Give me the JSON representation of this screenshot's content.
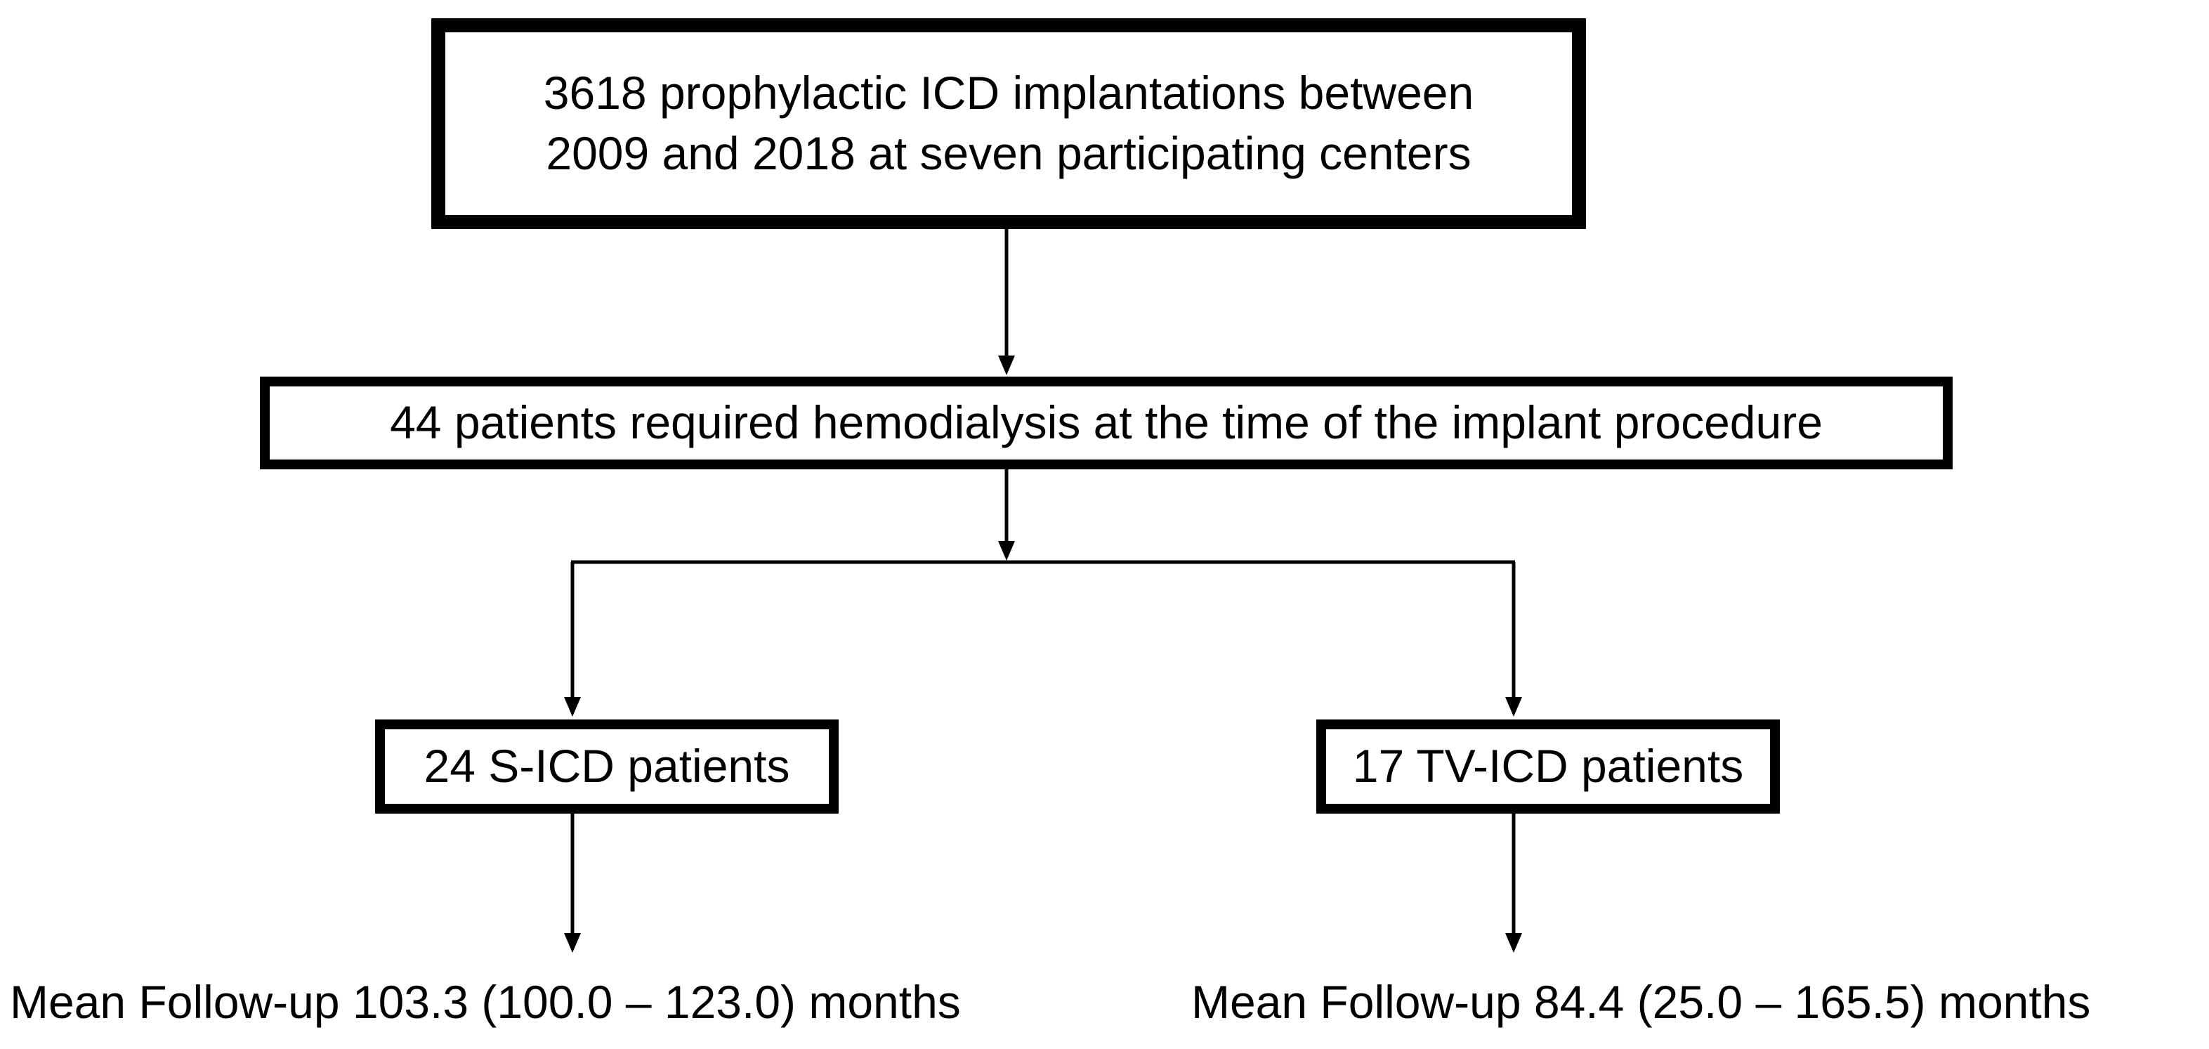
{
  "flow": {
    "top_box": {
      "line1": "3618 prophylactic ICD implantations between",
      "line2": "2009 and 2018 at seven participating centers"
    },
    "middle_box": "44 patients required hemodialysis at the time of the implant procedure",
    "left_box": "24 S-ICD patients",
    "right_box": "17 TV-ICD patients",
    "left_outcome": "Mean Follow-up 103.3 (100.0 – 123.0) months",
    "right_outcome": "Mean Follow-up 84.4 (25.0 – 165.5) months"
  },
  "colors": {
    "line": "#000000",
    "background": "#ffffff"
  }
}
